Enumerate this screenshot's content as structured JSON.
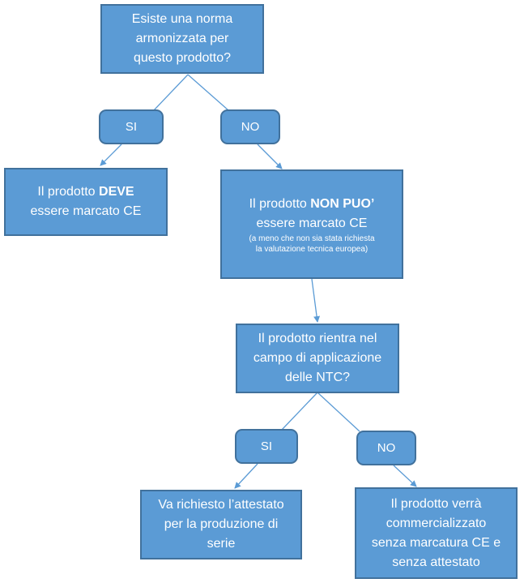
{
  "nodes": {
    "question1": [
      "Esiste una norma",
      "armonizzata per",
      "questo prodotto?"
    ],
    "si1": "SI",
    "no1": "NO",
    "must": {
      "prefix": "Il prodotto ",
      "bold": "DEVE",
      "line2": "essere marcato CE"
    },
    "cannot": {
      "prefix": "Il prodotto ",
      "bold": "NON PUO’",
      "line2": "essere marcato CE",
      "note1": "(a meno che non sia stata richiesta",
      "note2": "la valutazione tecnica europea)"
    },
    "question2": [
      "Il prodotto rientra nel",
      "campo di applicazione",
      "delle NTC?"
    ],
    "si2": "SI",
    "no2": "NO",
    "attestato": [
      "Va richiesto l’attestato",
      "per la produzione di",
      "serie"
    ],
    "no_mark": [
      "Il prodotto verrà",
      "commercializzato",
      "senza marcatura CE e",
      "senza attestato"
    ]
  },
  "colors": {
    "box_fill": "#5b9bd5",
    "box_border": "#41719c",
    "connector": "#5b9bd5",
    "text": "#ffffff"
  }
}
